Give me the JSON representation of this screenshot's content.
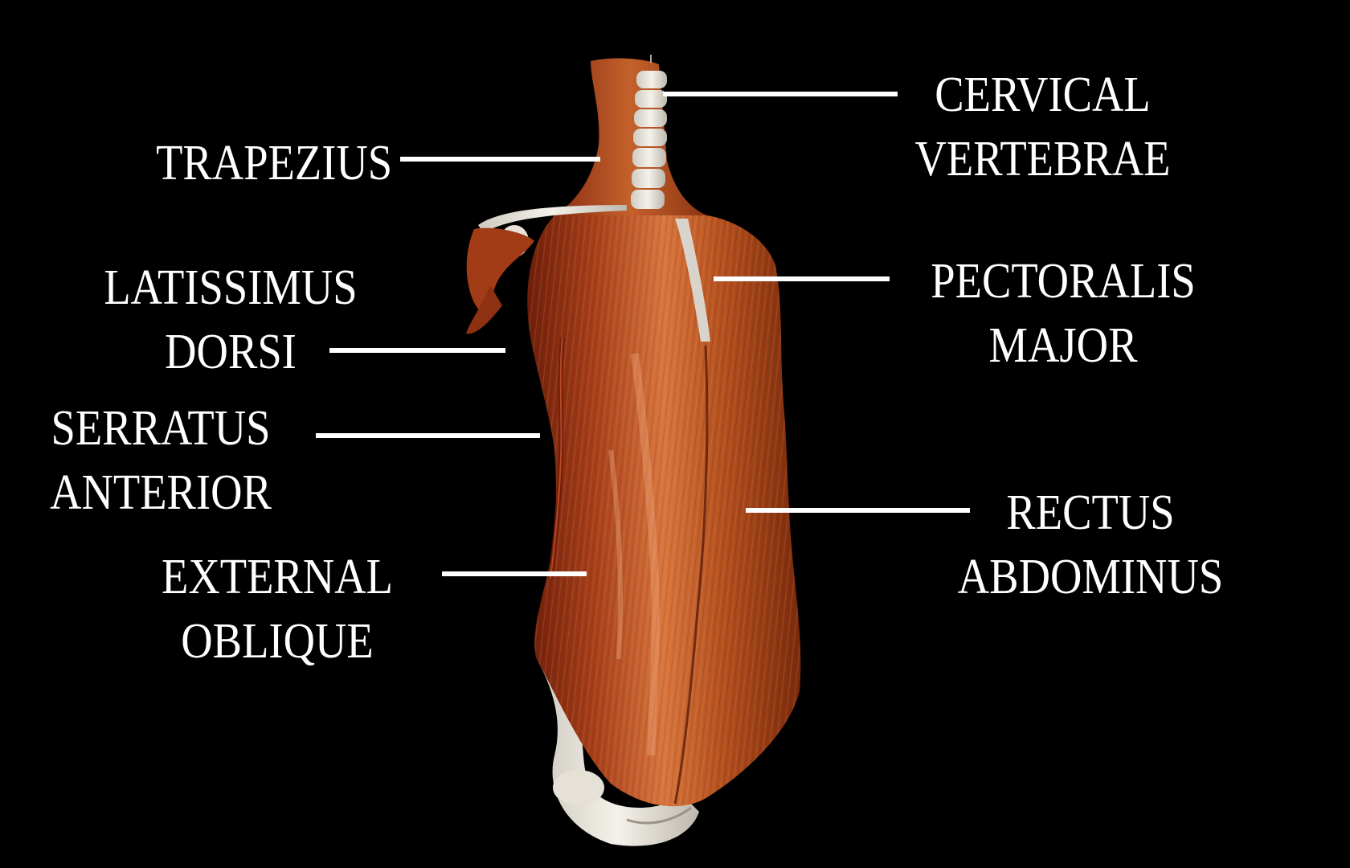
{
  "figure": {
    "subject": "Torso musculature, anterolateral view",
    "background_color": "#000000",
    "muscle_color": "#b84a1e",
    "muscle_highlight": "#e8915a",
    "muscle_shadow": "#6e1e0a",
    "bone_color": "#ece8e0",
    "label_color": "#ffffff"
  },
  "labels": [
    {
      "id": "trapezius",
      "lines": [
        "TRAPEZIUS"
      ],
      "side": "left"
    },
    {
      "id": "latissimus-dorsi",
      "lines": [
        "LATISSIMUS",
        "DORSI"
      ],
      "side": "left"
    },
    {
      "id": "serratus-anterior",
      "lines": [
        "SERRATUS",
        "ANTERIOR"
      ],
      "side": "left"
    },
    {
      "id": "external-oblique",
      "lines": [
        "EXTERNAL",
        "OBLIQUE"
      ],
      "side": "left"
    },
    {
      "id": "cervical-vertebrae",
      "lines": [
        "CERVICAL",
        "VERTEBRAE"
      ],
      "side": "right"
    },
    {
      "id": "pectoralis-major",
      "lines": [
        "PECTORALIS",
        "MAJOR"
      ],
      "side": "right"
    },
    {
      "id": "rectus-abdominus",
      "lines": [
        "RECTUS",
        "ABDOMINUS"
      ],
      "side": "right"
    }
  ]
}
